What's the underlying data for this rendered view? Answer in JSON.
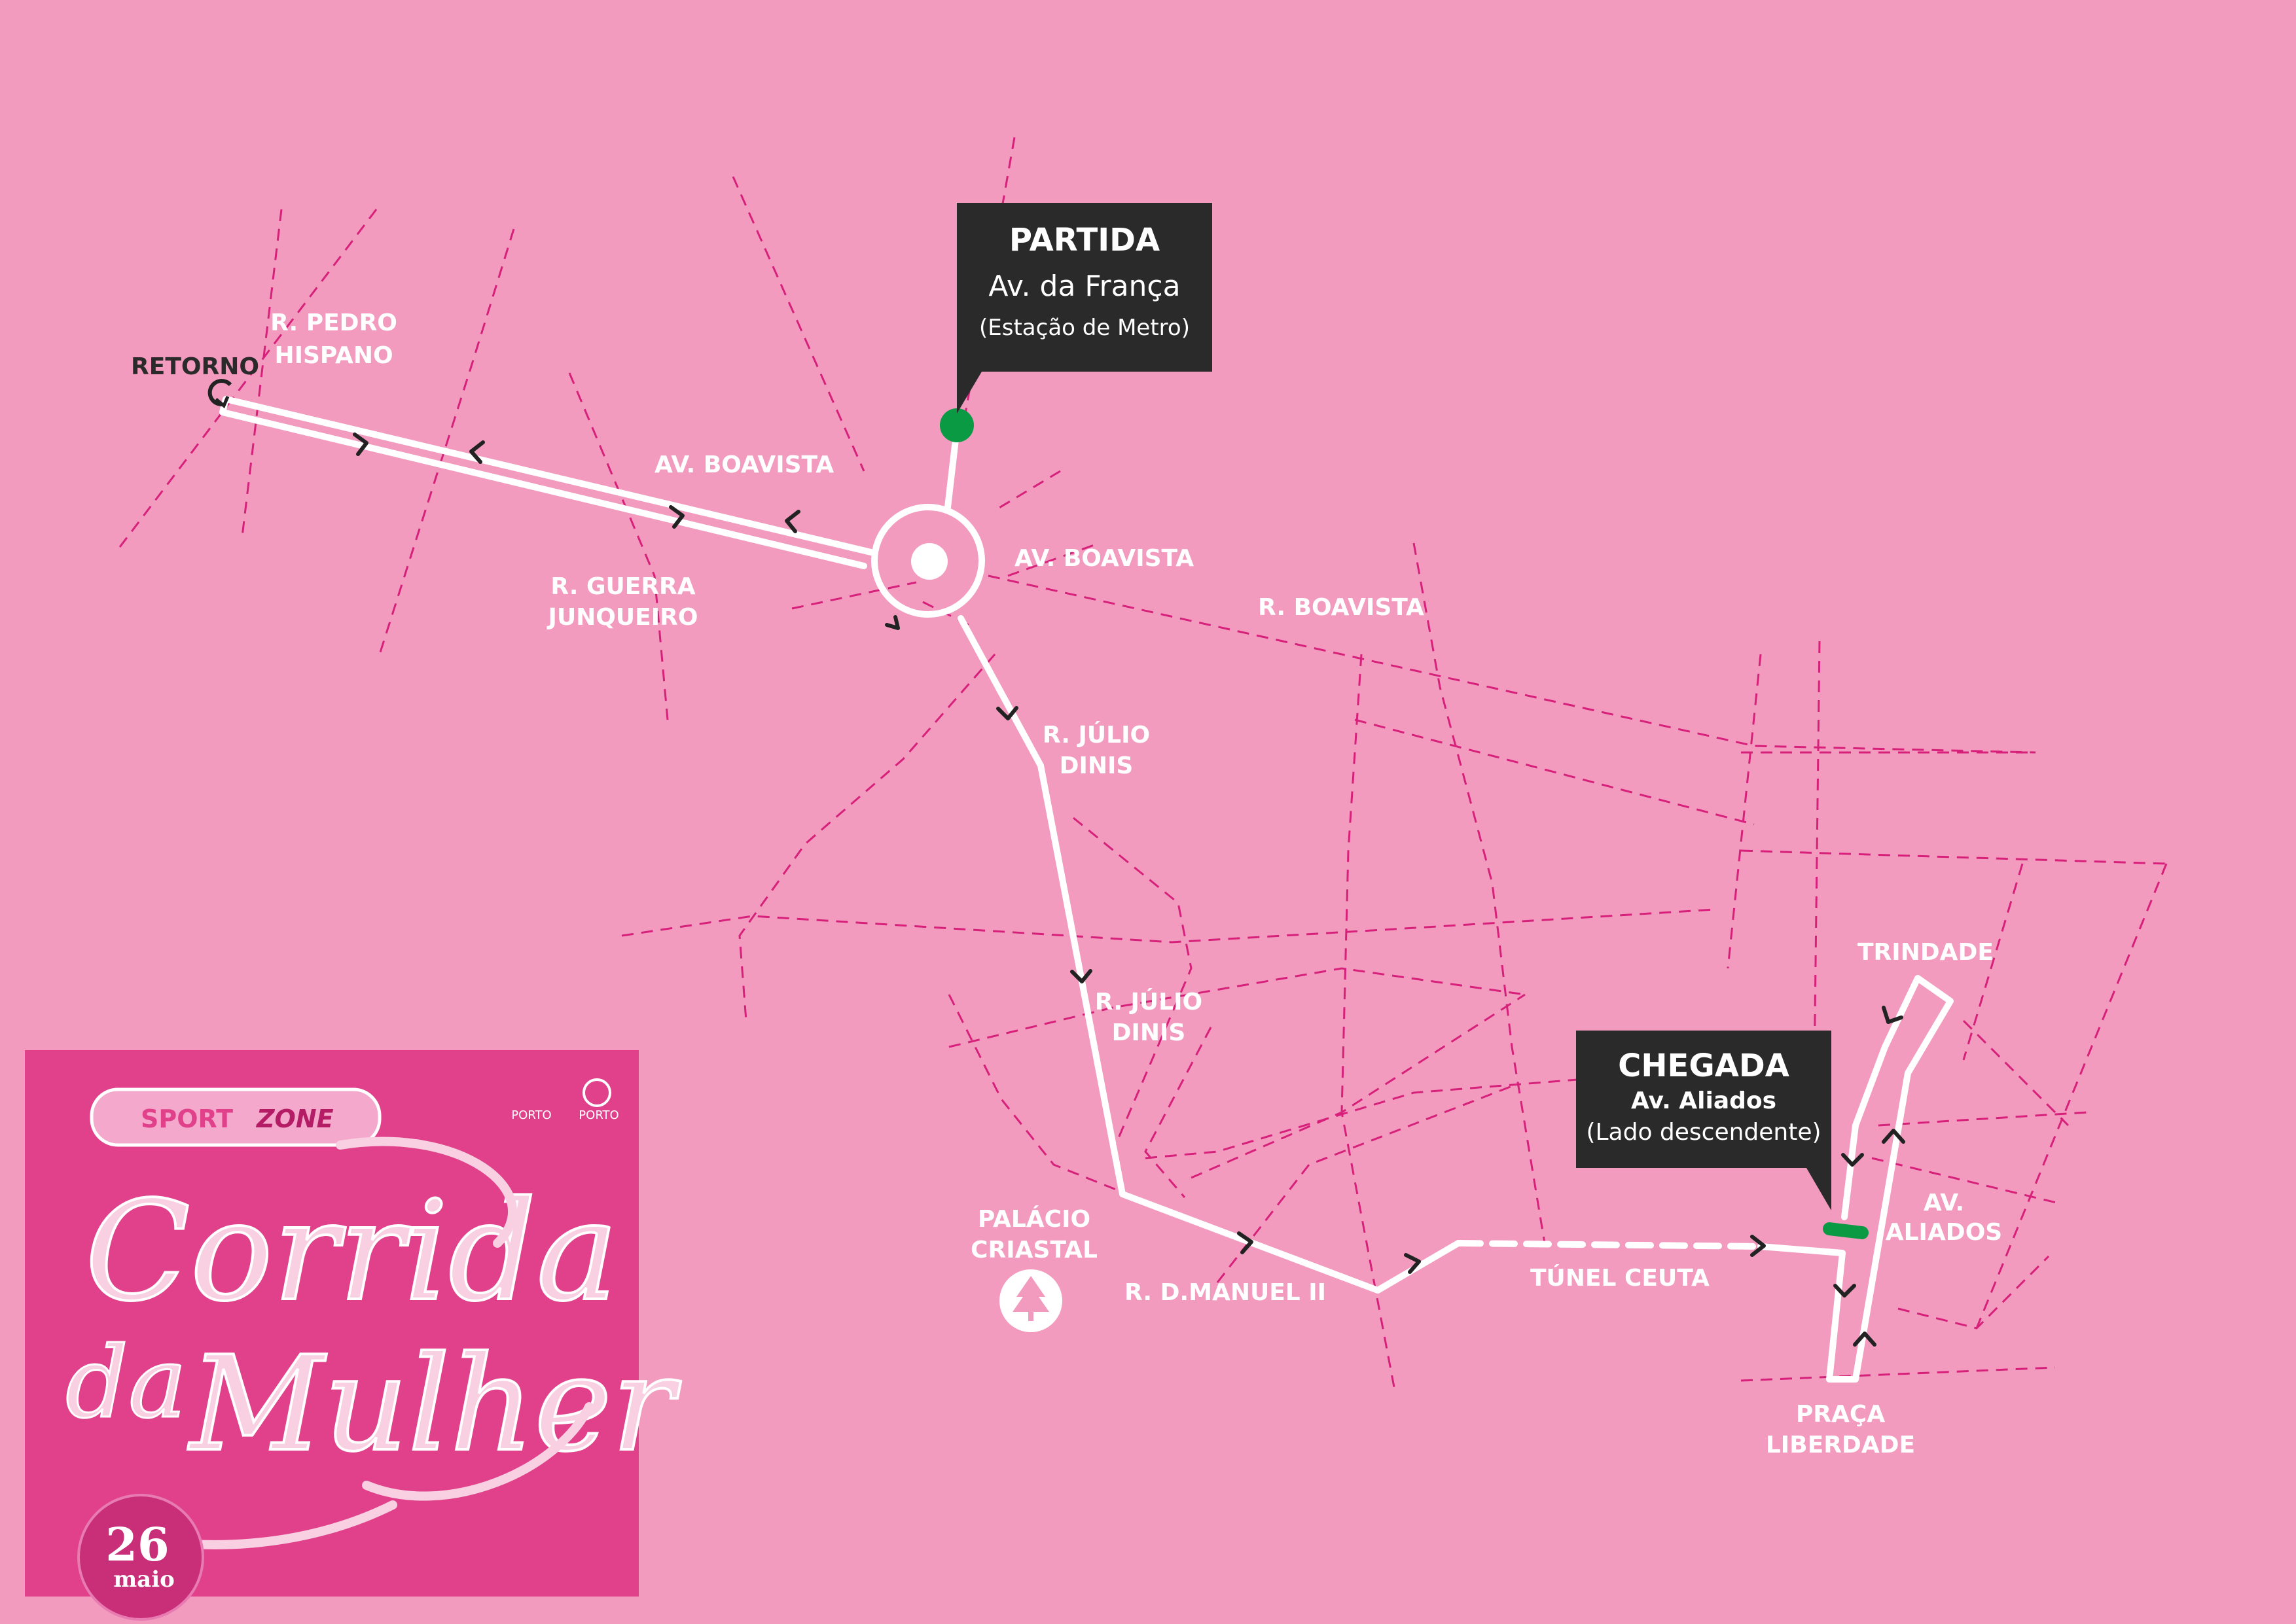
{
  "colors": {
    "background": "#f29bbf",
    "route": "#ffffff",
    "street_dash": "#d6207a",
    "callout_bg": "#2a2a2a",
    "marker_green": "#0a9a44",
    "poster_bg": "#e0418a"
  },
  "start": {
    "title": "PARTIDA",
    "subtitle": "Av. da França",
    "note": "(Estação de Metro)"
  },
  "finish": {
    "title": "CHEGADA",
    "subtitle": "Av. Aliados",
    "note": "(Lado descendente)"
  },
  "labels": {
    "retorno": "RETORNO",
    "pedro_hispano_1": "R. PEDRO",
    "pedro_hispano_2": "HISPANO",
    "av_boavista_1": "AV. BOAVISTA",
    "av_boavista_2": "AV. BOAVISTA",
    "guerra_1": "R. GUERRA",
    "guerra_2": "JUNQUEIRO",
    "r_boavista": "R. BOAVISTA",
    "julio_a1": "R. JÚLIO",
    "julio_a2": "DINIS",
    "julio_b1": "R. JÚLIO",
    "julio_b2": "DINIS",
    "palacio_1": "PALÁCIO",
    "palacio_2": "CRIASTAL",
    "manuel": "R. D.MANUEL II",
    "tunel": "TÚNEL CEUTA",
    "trindade": "TRINDADE",
    "aliados_1": "AV.",
    "aliados_2": "ALIADOS",
    "praca_1": "PRAÇA",
    "praca_2": "LIBERDADE"
  },
  "icons": {
    "park": "tree-icon",
    "turnaround": "u-turn-icon"
  },
  "poster": {
    "brand_1": "SPORT",
    "brand_2": "ZONE",
    "line_1": "Corrida",
    "line_2": "da",
    "line_3": "Mulher",
    "day": "26",
    "month": "maio",
    "logo_1": "PORTO",
    "logo_2": "PORTO"
  }
}
